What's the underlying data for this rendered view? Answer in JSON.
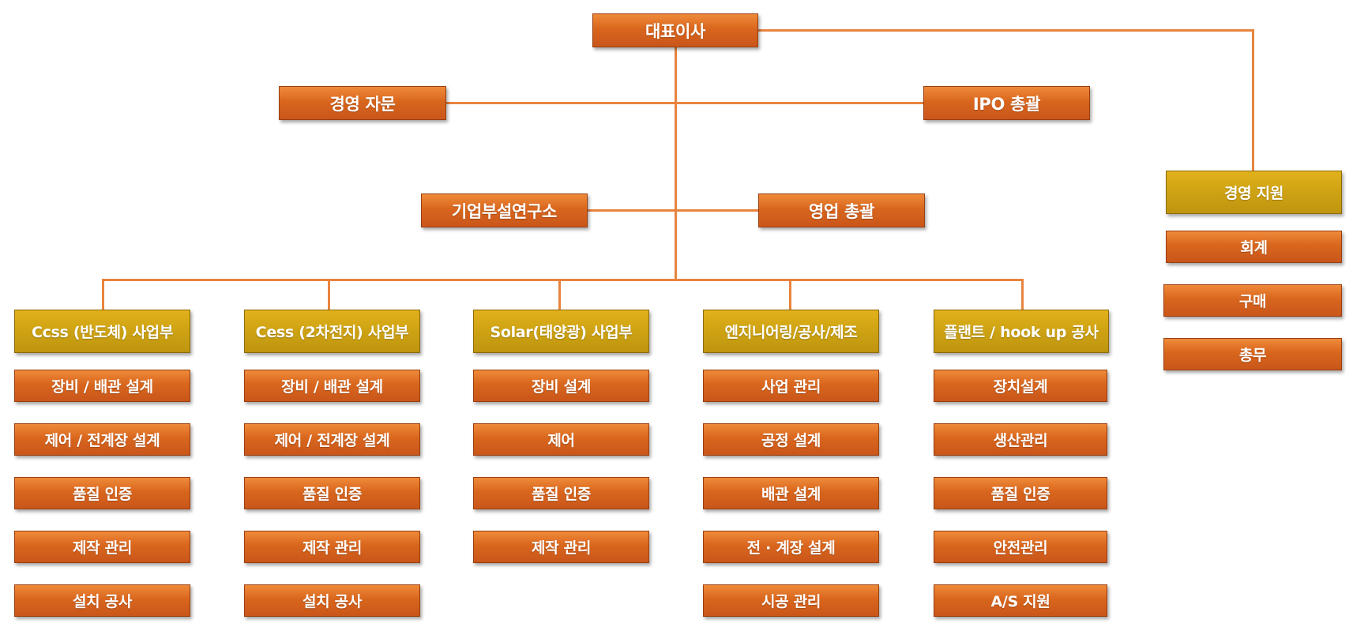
{
  "ceo": "대표이사",
  "advisory": "경영 자문",
  "ipo": "IPO 총괄",
  "rnd": "기업부설연구소",
  "sales": "영업 총괄",
  "support": {
    "title": "경영 지원",
    "items": [
      "회계",
      "구매",
      "총무"
    ]
  },
  "divisions": [
    {
      "title": "Ccss (반도체) 사업부",
      "items": [
        "장비 / 배관 설계",
        "제어 / 전계장 설계",
        "품질 인증",
        "제작 관리",
        "설치 공사"
      ]
    },
    {
      "title": "Cess (2차전지) 사업부",
      "items": [
        "장비 / 배관 설계",
        "제어 / 전계장 설계",
        "품질 인증",
        "제작 관리",
        "설치 공사"
      ]
    },
    {
      "title": "Solar(태양광) 사업부",
      "items": [
        "장비 설계",
        "제어",
        "품질 인증",
        "제작 관리"
      ]
    },
    {
      "title": "엔지니어링/공사/제조",
      "items": [
        "사업 관리",
        "공정 설계",
        "배관 설계",
        "전 · 계장 설계",
        "시공 관리"
      ]
    },
    {
      "title": "플랜트 / hook up 공사",
      "items": [
        "장치설계",
        "생산관리",
        "품질 인증",
        "안전관리",
        "A/S 지원"
      ]
    }
  ],
  "colors": {
    "box_orange": "#d9661d",
    "box_gold": "#cda213",
    "connector": "#e8843f",
    "text": "#ffffff"
  }
}
